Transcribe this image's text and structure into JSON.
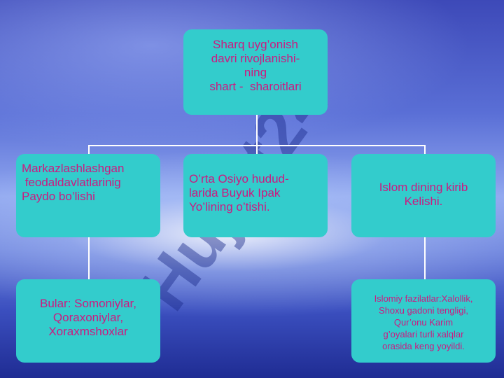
{
  "watermark": {
    "text": "Hujjat24",
    "color": "#1a2a8a"
  },
  "colors": {
    "box_fill": "#33cccc",
    "text": "#cc1a80",
    "connector": "#ffffff"
  },
  "root": {
    "lines": [
      "Sharq uyg’onish",
      "davri rivojlanishi-",
      "ning",
      "shart -  sharoitlari"
    ]
  },
  "level1": [
    {
      "lines": [
        "Markazlashlashgan",
        " feodaldavlatlarinig",
        "Paydo bo’lishi"
      ]
    },
    {
      "lines": [
        "O’rta Osiyo hudud-",
        "larida Buyuk Ipak",
        "Yo’lining o’tishi."
      ]
    },
    {
      "lines": [
        "Islom dining kirib",
        "Kelishi."
      ]
    }
  ],
  "level2": [
    {
      "lines": [
        "Bular: Somoniylar,",
        "Qoraxoniylar,",
        "Xoraxmshoxlar"
      ]
    },
    {
      "lines": [
        "Islomiy fazilatlar:Xalollik,",
        "Shoxu gadoni tengligi,",
        "Qur’onu Karim",
        "g’oyalari turli xalqlar",
        "orasida keng yoyildi."
      ]
    }
  ]
}
